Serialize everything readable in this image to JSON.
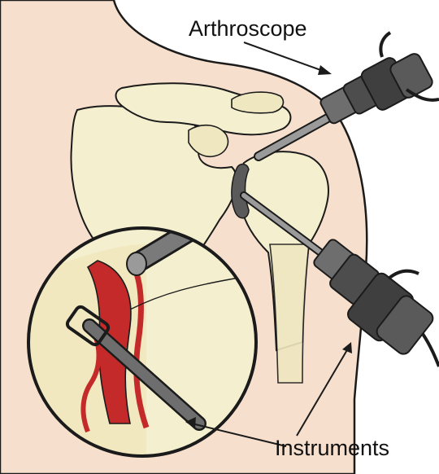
{
  "labels": {
    "arthroscope": "Arthroscope",
    "instruments": "Instruments"
  },
  "colors": {
    "skin": "#f6dfcc",
    "bone": "#f4efcf",
    "bone_shade": "#e7dfb4",
    "tissue_red": "#c42a2a",
    "scope_dark": "#3f3f3f",
    "scope_mid": "#6e6e6e",
    "scope_light": "#9a9a9a",
    "outline": "#1b1b1b",
    "background": "#ffffff"
  },
  "icons": {
    "inset": "magnifier-inset-circle"
  }
}
